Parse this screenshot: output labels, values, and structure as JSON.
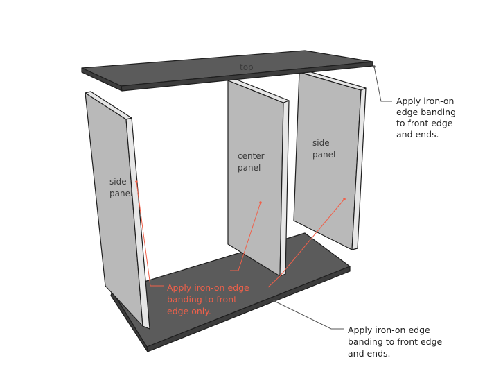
{
  "labels": {
    "top": "top",
    "side_left": [
      "side",
      "panel"
    ],
    "center": [
      "center",
      "panel"
    ],
    "side_right": [
      "side",
      "panel"
    ]
  },
  "callouts": {
    "top_edges": [
      "Apply iron-on",
      "edge banding",
      "to front edge",
      "and ends."
    ],
    "panels_front": [
      "Apply iron-on edge",
      "banding to front",
      "edge only."
    ],
    "bottom_edges": [
      "Apply iron-on edge",
      "banding to front edge",
      "and ends."
    ]
  },
  "colors": {
    "board_dark": "#5b5b5b",
    "board_edge": "#3c3c3c",
    "panel_gray": "#b9b9b9",
    "panel_edge": "#e6e6e6",
    "outline": "#1e1e1e",
    "red_callout": "#f0604a",
    "leader_gray": "#555555"
  }
}
